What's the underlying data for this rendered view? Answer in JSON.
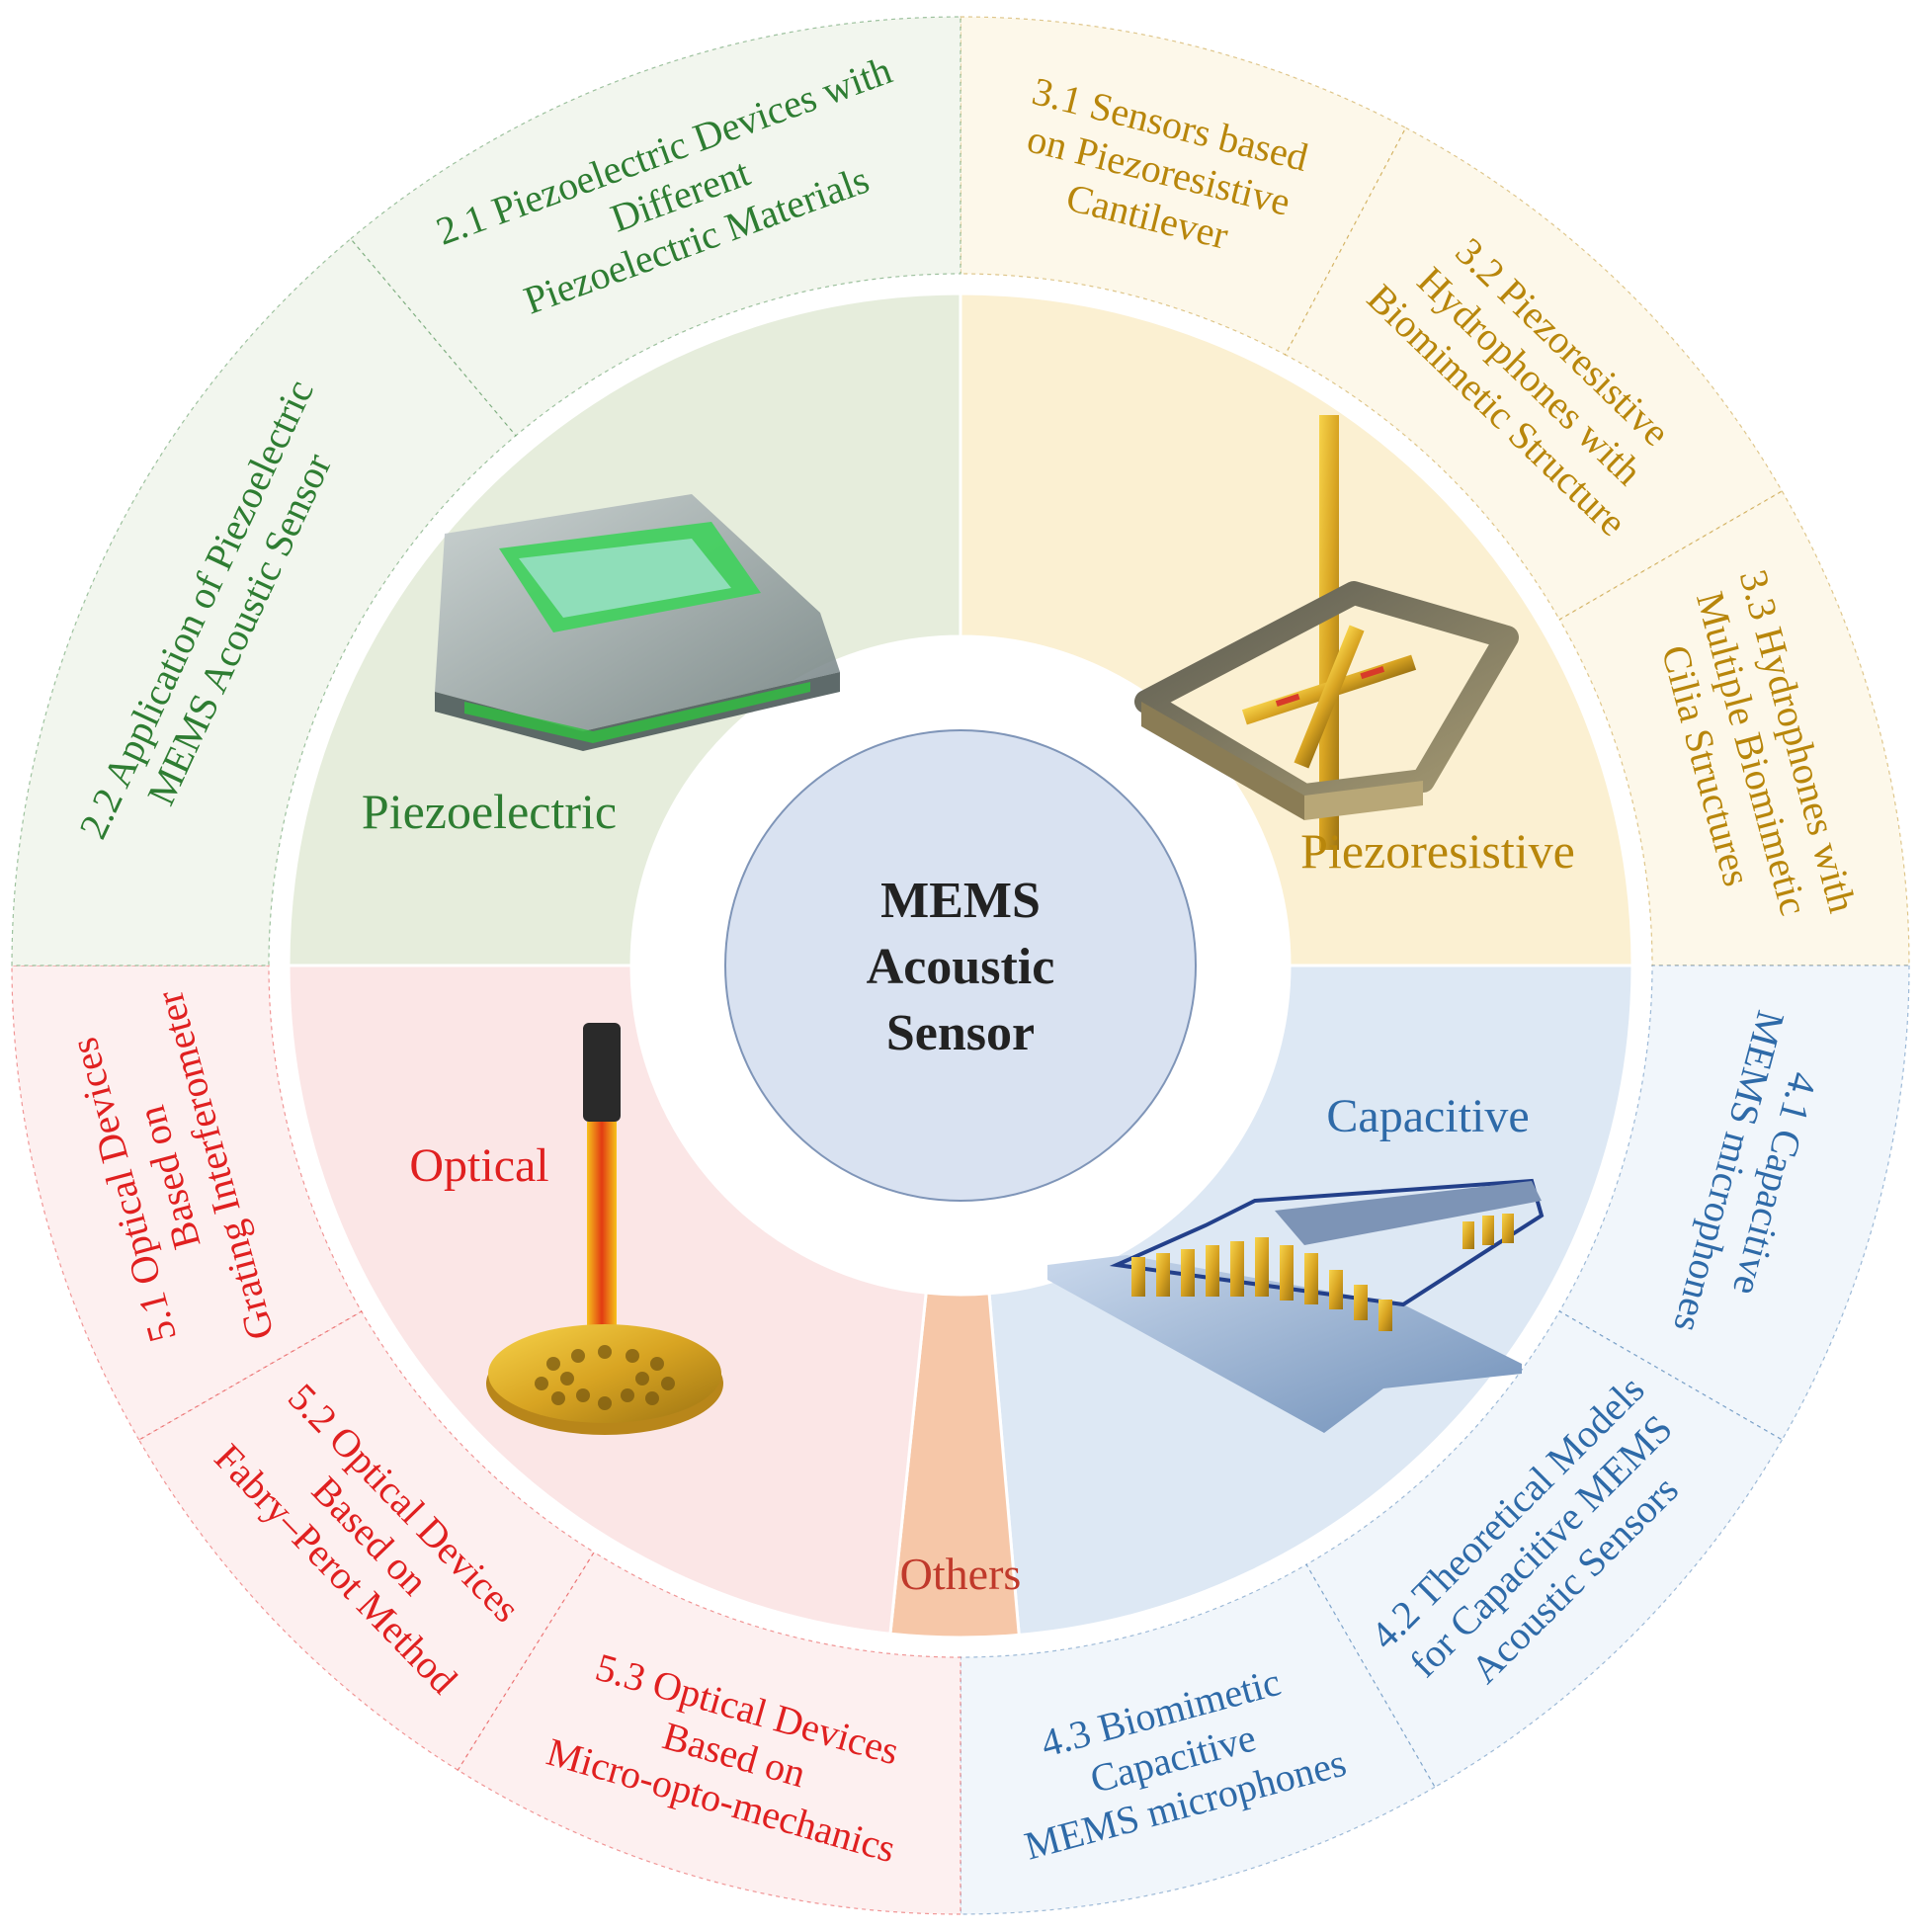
{
  "center": {
    "lines": [
      "MEMS",
      "Acoustic",
      "Sensor"
    ]
  },
  "categories": [
    {
      "id": "piezoelectric",
      "label": "Piezoelectric",
      "color": "#2e7d32",
      "fill": "#e6eddc",
      "outer_fill": "#f2f6ee",
      "topics": [
        {
          "lines": [
            "2.1 Piezoelectric Devices with",
            "Different",
            "Piezoelectric Materials"
          ]
        },
        {
          "lines": [
            "2.2 Application of Piezoelectric",
            "MEMS Acoustic Sensor"
          ]
        }
      ]
    },
    {
      "id": "piezoresistive",
      "label": "Piezoresistive",
      "color": "#b8860b",
      "fill": "#fbf0d2",
      "outer_fill": "#fdf8ea",
      "topics": [
        {
          "lines": [
            "3.1 Sensors based",
            "on Piezoresistive",
            "Cantilever"
          ]
        },
        {
          "lines": [
            "3.2 Piezoresistive",
            "Hydrophones with",
            "Biomimetic Structure"
          ]
        },
        {
          "lines": [
            "3.3 Hydrophones with",
            "Multiple Biomimetic",
            "Cilia Structures"
          ]
        }
      ]
    },
    {
      "id": "capacitive",
      "label": "Capacitive",
      "color": "#2e6aa8",
      "fill": "#dde8f4",
      "outer_fill": "#f1f6fb",
      "topics": [
        {
          "lines": [
            "4.1 Capacitive",
            "MEMS microphones"
          ]
        },
        {
          "lines": [
            "4.2 Theoretical Models",
            "for Capacitive MEMS",
            "Acoustic Sensors"
          ]
        },
        {
          "lines": [
            "4.3 Biomimetic",
            "Capacitive",
            "MEMS microphones"
          ]
        }
      ]
    },
    {
      "id": "others",
      "label": "Others",
      "color": "#c0392b",
      "fill": "#f6c7a8",
      "outer_fill": "#ffffff",
      "topics": []
    },
    {
      "id": "optical",
      "label": "Optical",
      "color": "#e02020",
      "fill": "#fbe6e6",
      "outer_fill": "#fdf0f0",
      "topics": [
        {
          "lines": [
            "5.1 Optical Devices",
            "Based on",
            "Grating Interferometer"
          ]
        },
        {
          "lines": [
            "5.2 Optical Devices",
            "Based on",
            "Fabry–Perot Method"
          ]
        },
        {
          "lines": [
            "5.3 Optical Devices",
            "Based on",
            "Micro-opto-mechanics"
          ]
        }
      ]
    }
  ],
  "colors": {
    "center_fill": "#d9e2f1",
    "center_stroke": "#7f95b8",
    "center_text": "#222222",
    "divider": "#c9c9c9"
  },
  "illustrations": [
    "diaphragm-sensor-icon",
    "cilia-hydrophone-icon",
    "comb-capacitor-icon",
    "fiber-optic-probe-icon"
  ]
}
